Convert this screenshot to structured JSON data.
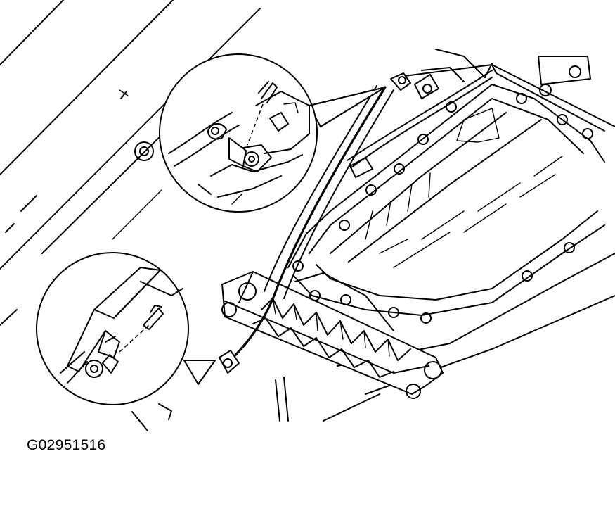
{
  "figure": {
    "id_label": "G02951516"
  },
  "colors": {
    "line": "#000000",
    "background": "#ffffff"
  },
  "callouts": [
    {
      "name": "upper-detail-callout",
      "icon": "magnified-clip-and-connector"
    },
    {
      "name": "lower-detail-callout",
      "icon": "magnified-clip-on-bracket"
    }
  ]
}
